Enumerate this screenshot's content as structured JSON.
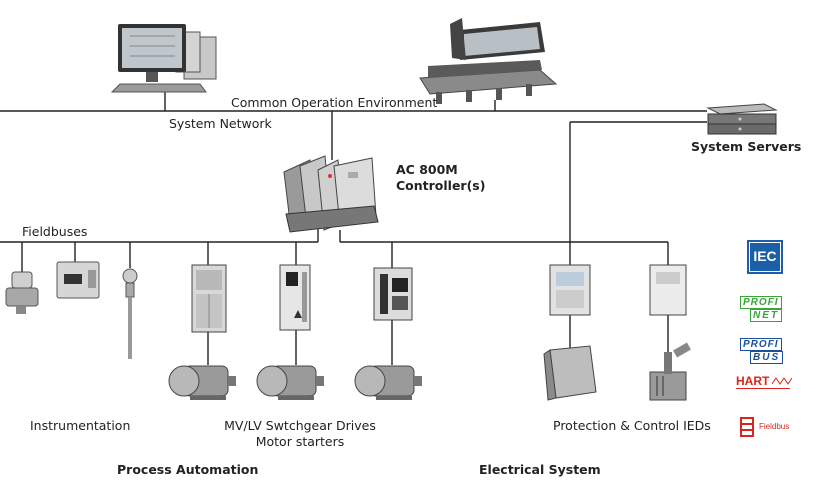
{
  "labels": {
    "common_operation_environment": "Common Operation Environment",
    "system_network": "System Network",
    "system_servers": "System Servers",
    "controller_line1": "AC 800M",
    "controller_line2": "Controller(s)",
    "fieldbuses": "Fieldbuses",
    "instrumentation": "Instrumentation",
    "switchgear_line1": "MV/LV Swtchgear Drives",
    "switchgear_line2": "Motor starters",
    "protection": "Protection & Control IEDs",
    "process_automation": "Process Automation",
    "electrical_system": "Electrical System"
  },
  "logos": {
    "iec": "IEC",
    "profinet_top": "PROFI",
    "profinet_bottom": "NET",
    "profibus_top": "PROFI",
    "profibus_bottom": "BUS",
    "hart": "HART",
    "fieldbus": "Fieldbus"
  },
  "colors": {
    "line": "#222222",
    "iec_blue": "#1a5fa8",
    "profinet_green": "#3aa335",
    "profibus_blue": "#1a4f9c",
    "hart_red": "#d9261c",
    "fieldbus_red": "#d9261c"
  }
}
